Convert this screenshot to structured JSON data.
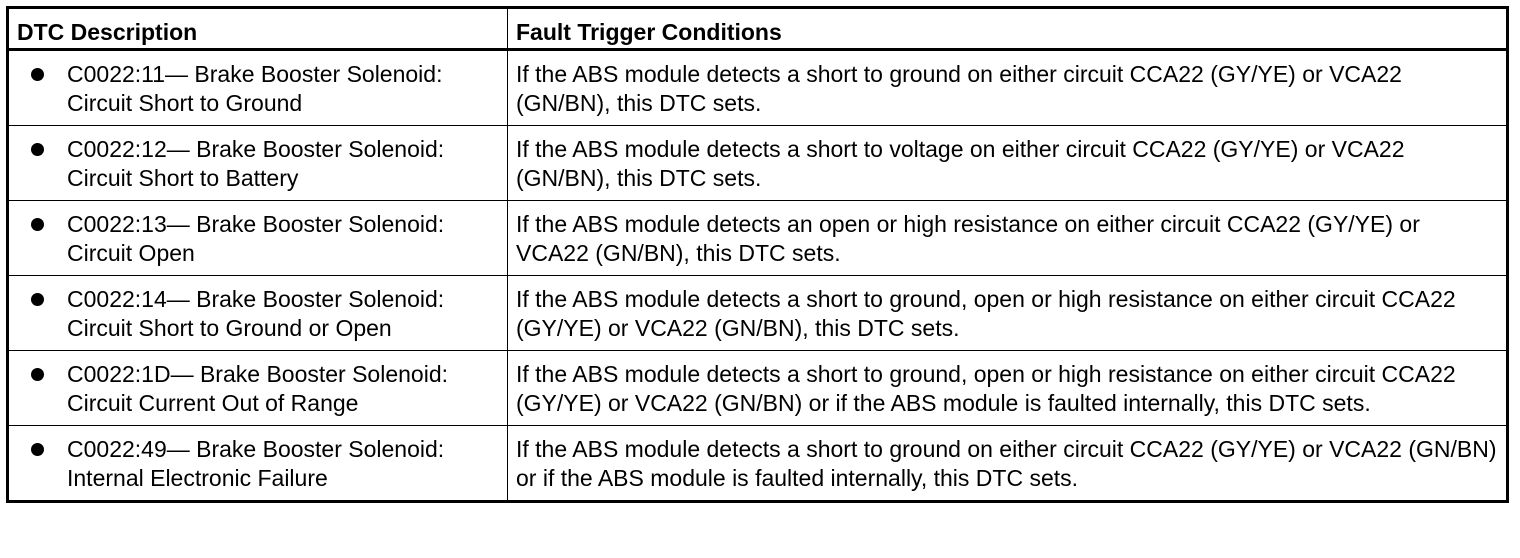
{
  "table": {
    "headers": {
      "description": "DTC Description",
      "conditions": "Fault Trigger Conditions"
    },
    "rows": [
      {
        "code": "C0022:11",
        "description": "— Brake Booster Solenoid: Circuit Short to Ground",
        "condition": "If the ABS module detects a short to ground on either circuit CCA22 (GY/YE) or VCA22 (GN/BN), this DTC sets."
      },
      {
        "code": "C0022:12",
        "description": "— Brake Booster Solenoid: Circuit Short to Battery",
        "condition": "If the ABS module detects a short to voltage on either circuit CCA22 (GY/YE) or VCA22 (GN/BN), this DTC sets."
      },
      {
        "code": "C0022:13",
        "description": "— Brake Booster Solenoid: Circuit Open",
        "condition": "If the ABS module detects an open or high resistance on either circuit CCA22 (GY/YE) or VCA22 (GN/BN), this DTC sets."
      },
      {
        "code": "C0022:14",
        "description": "— Brake Booster Solenoid: Circuit Short to Ground or Open",
        "condition": "If the ABS module detects a short to ground, open or high resistance on either circuit CCA22 (GY/YE) or VCA22 (GN/BN), this DTC sets."
      },
      {
        "code": "C0022:1D",
        "description": "— Brake Booster Solenoid: Circuit Current Out of Range",
        "condition": "If the ABS module detects a short to ground, open or high resistance on either circuit CCA22 (GY/YE) or VCA22 (GN/BN) or if the ABS module is faulted internally, this DTC sets."
      },
      {
        "code": "C0022:49",
        "description": "— Brake Booster Solenoid: Internal Electronic Failure",
        "condition": "If the ABS module detects a short to ground on either circuit CCA22 (GY/YE) or VCA22 (GN/BN) or if the ABS module is faulted internally, this DTC sets."
      }
    ]
  }
}
